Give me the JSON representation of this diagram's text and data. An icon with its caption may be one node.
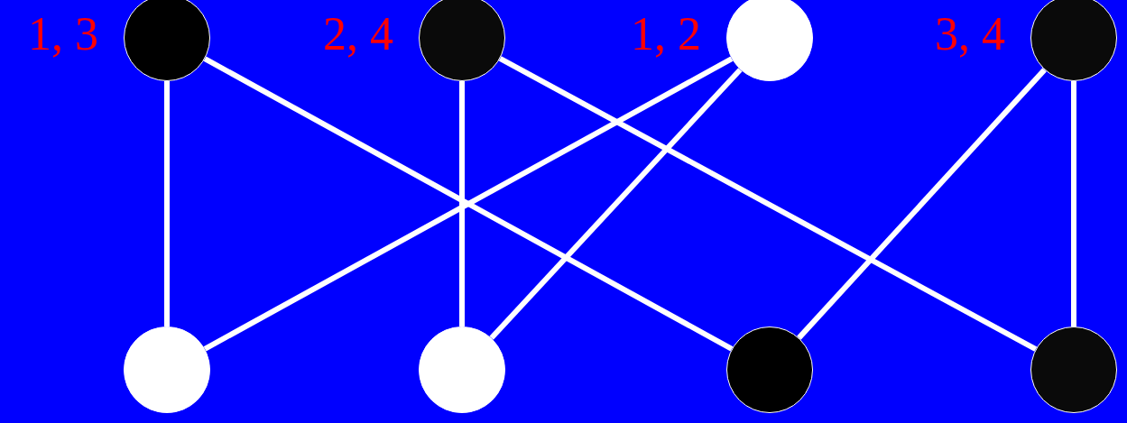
{
  "diagram": {
    "nodes": [
      {
        "text": [],
        "shape": "circle",
        "beside": [
          "1, 3"
        ]
      },
      {
        "text": [],
        "shape": "circle",
        "beside": [
          "2, 4"
        ]
      },
      {
        "text": [],
        "shape": "circle",
        "beside": [
          "1, 2"
        ]
      },
      {
        "text": [],
        "shape": "circle",
        "beside": [
          "3, 4"
        ]
      },
      {
        "text": [],
        "shape": "circle"
      },
      {
        "text": [],
        "shape": "circle"
      },
      {
        "text": [],
        "shape": "circle"
      },
      {
        "text": [],
        "shape": "circle"
      }
    ],
    "edges": [
      {
        "from": 0,
        "to": 4,
        "arrow": "none"
      },
      {
        "from": 0,
        "to": 6,
        "arrow": "none"
      },
      {
        "from": 1,
        "to": 5,
        "arrow": "none"
      },
      {
        "from": 1,
        "to": 7,
        "arrow": "none"
      },
      {
        "from": 2,
        "to": 4,
        "arrow": "none"
      },
      {
        "from": 2,
        "to": 5,
        "arrow": "none"
      },
      {
        "from": 3,
        "to": 6,
        "arrow": "none"
      },
      {
        "from": 3,
        "to": 7,
        "arrow": "none"
      }
    ]
  }
}
